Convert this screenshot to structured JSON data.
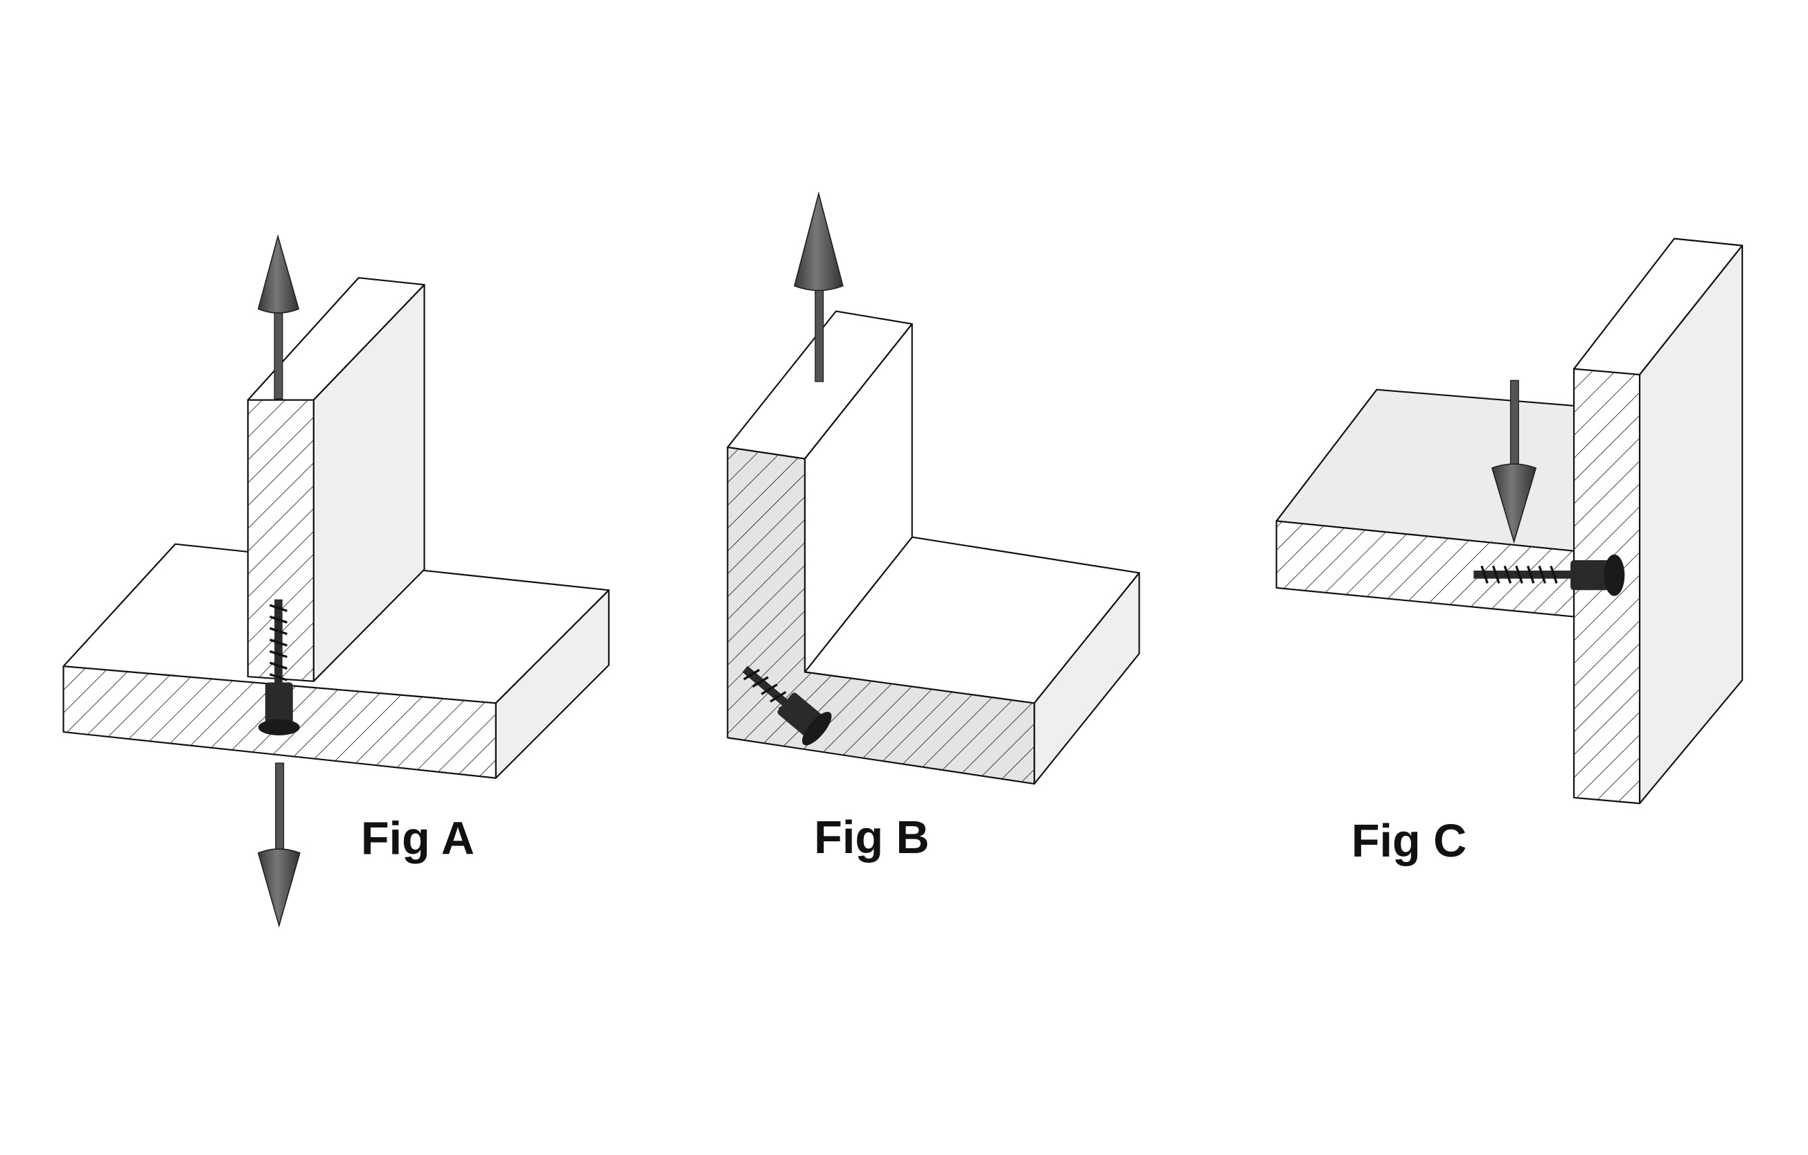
{
  "figures": [
    {
      "label": "Fig A",
      "description_icon": "t-joint-screw-icon"
    },
    {
      "label": "Fig B",
      "description_icon": "corner-joint-screw-icon"
    },
    {
      "label": "Fig C",
      "description_icon": "shelf-joint-screw-icon"
    }
  ],
  "colors": {
    "top_face": "#ffffff",
    "side_face": "#efefef",
    "arrow": "#555555",
    "screw": "#2a2a2a"
  }
}
